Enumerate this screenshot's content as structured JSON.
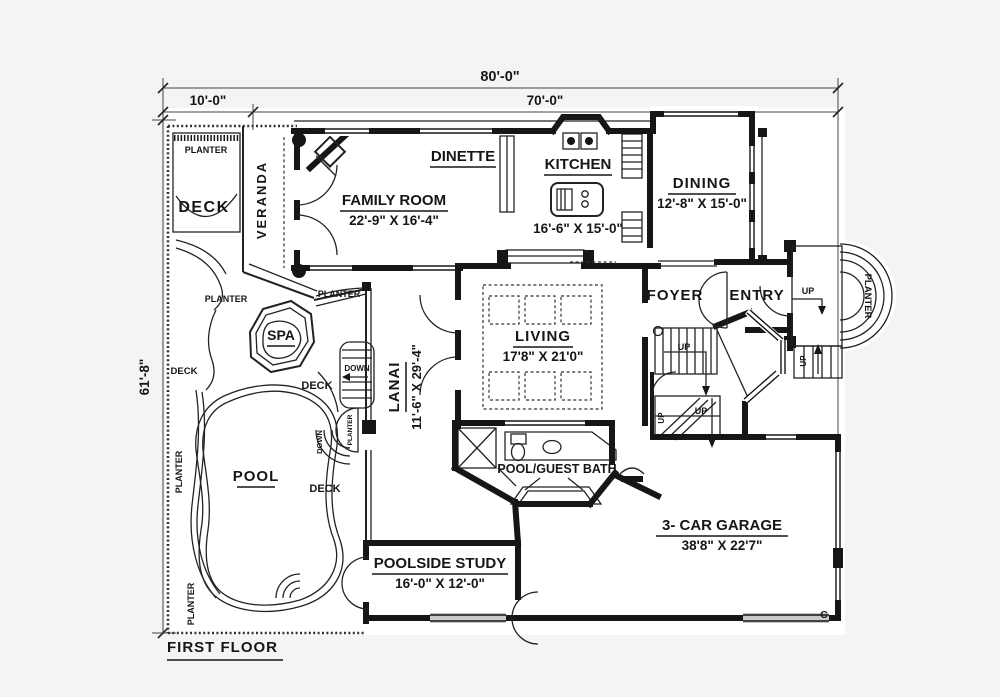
{
  "plan": {
    "floor_label": "FIRST FLOOR",
    "dimensions": {
      "overall_width": "80'-0\"",
      "left_segment": "10'-0\"",
      "main_segment": "70'-0\"",
      "overall_depth": "61'-8\""
    },
    "rooms": {
      "family_room": {
        "name": "FAMILY ROOM",
        "size": "22'-9\" X 16'-4\""
      },
      "dinette": {
        "name": "DINETTE"
      },
      "kitchen": {
        "name": "KITCHEN",
        "size": "16'-6\" X 15'-0\""
      },
      "dining": {
        "name": "DINING",
        "size": "12'-8\" X 15'-0\""
      },
      "foyer": {
        "name": "FOYER"
      },
      "entry": {
        "name": "ENTRY"
      },
      "living": {
        "name": "LIVING",
        "size": "17'8\" X 21'0\""
      },
      "lanai": {
        "name": "LANAI",
        "size": "11'-6\" X 29'-4\""
      },
      "pool_guest_bath": {
        "name": "POOL/GUEST BATH"
      },
      "garage": {
        "name": "3- CAR GARAGE",
        "size": "38'8\" X 22'7\""
      },
      "poolside_study": {
        "name": "POOLSIDE STUDY",
        "size": "16'-0\" X 12'-0\""
      }
    },
    "outdoor_labels": {
      "veranda": "VERANDA",
      "deck": "DECK",
      "planter": "PLANTER",
      "spa": "SPA",
      "pool": "POOL"
    },
    "stair_labels": {
      "up": "UP",
      "down": "DOWN"
    },
    "markers": {
      "section_c": "C"
    },
    "colors": {
      "ink": "#161616",
      "paper": "#f4f4f2",
      "interior": "#ffffff"
    }
  }
}
